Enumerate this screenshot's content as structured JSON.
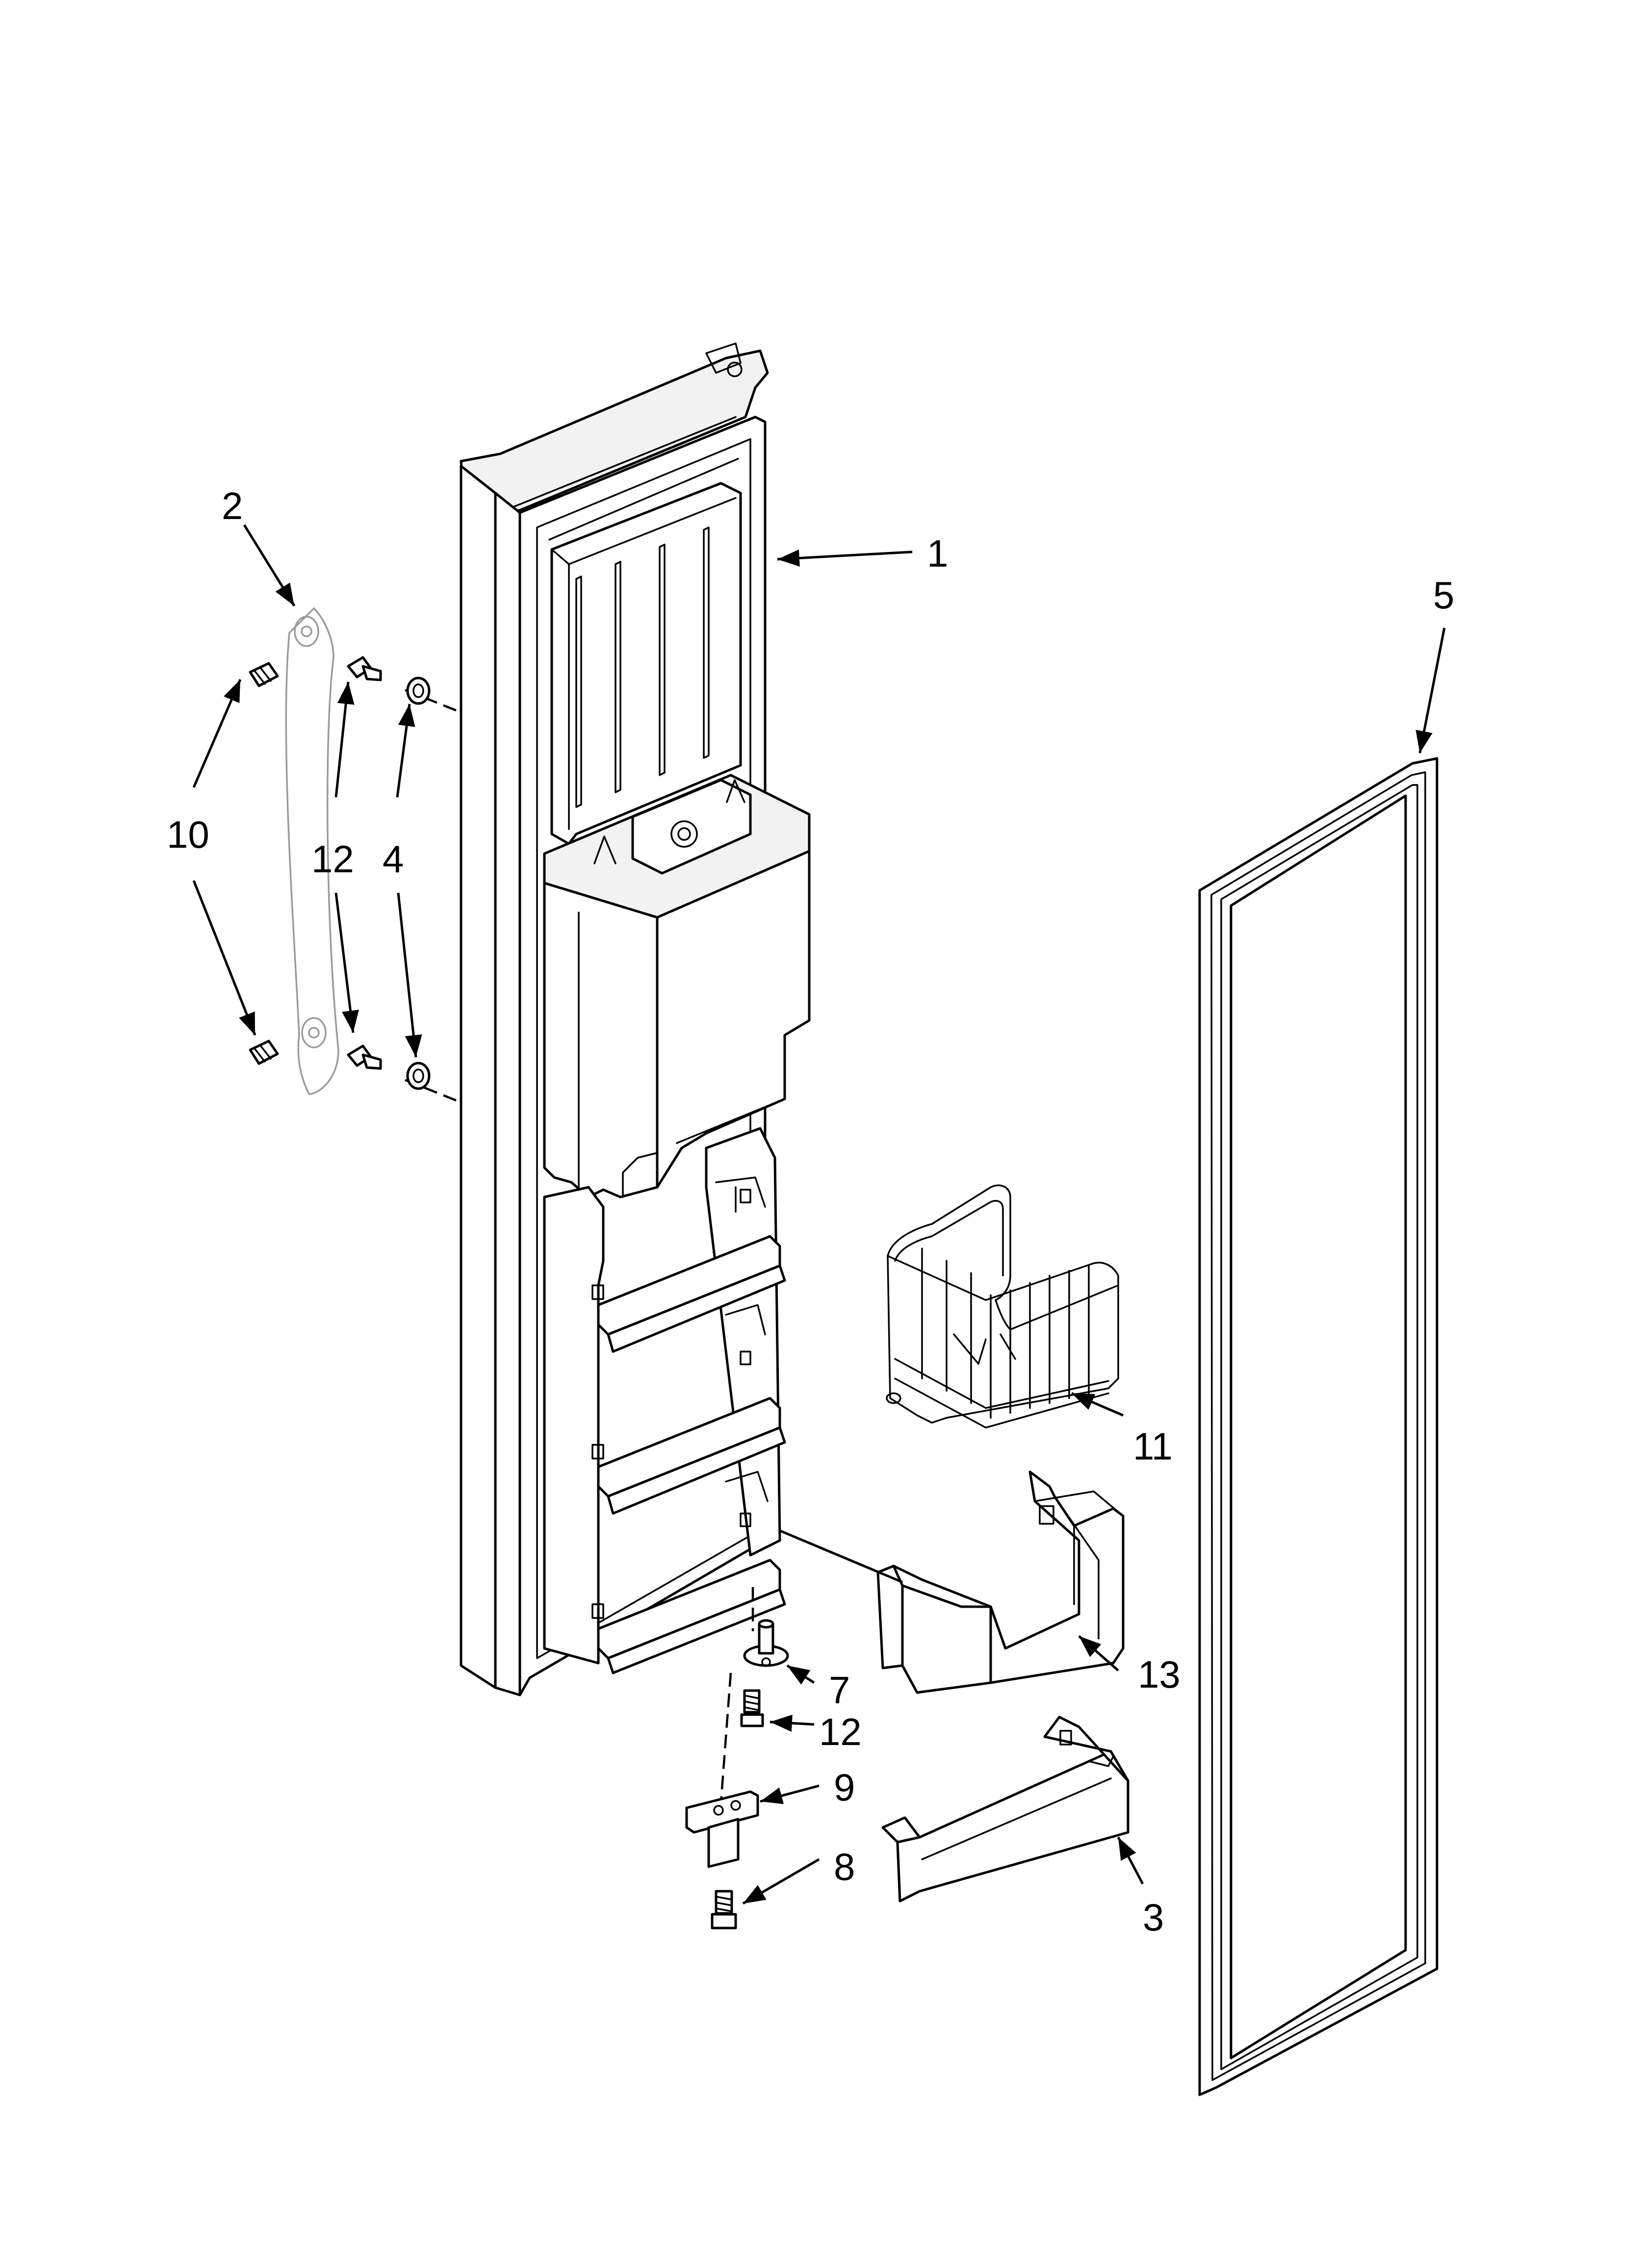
{
  "colors": {
    "line": "#000000",
    "background": "#ffffff",
    "ghost": "#9a9a9a"
  },
  "callouts": [
    {
      "id": "door",
      "label": "1"
    },
    {
      "id": "handle",
      "label": "2"
    },
    {
      "id": "door-bin",
      "label": "3"
    },
    {
      "id": "spacer",
      "label": "4"
    },
    {
      "id": "gasket",
      "label": "5"
    },
    {
      "id": "hinge-pin",
      "label": "7"
    },
    {
      "id": "hinge-screw",
      "label": "8"
    },
    {
      "id": "hinge-bracket",
      "label": "9"
    },
    {
      "id": "handle-stud",
      "label": "10"
    },
    {
      "id": "wire-basket",
      "label": "11"
    },
    {
      "id": "handle-screw",
      "label": "12"
    },
    {
      "id": "hinge-pin-screw",
      "label": "12"
    },
    {
      "id": "shelf-bin",
      "label": "13"
    }
  ]
}
